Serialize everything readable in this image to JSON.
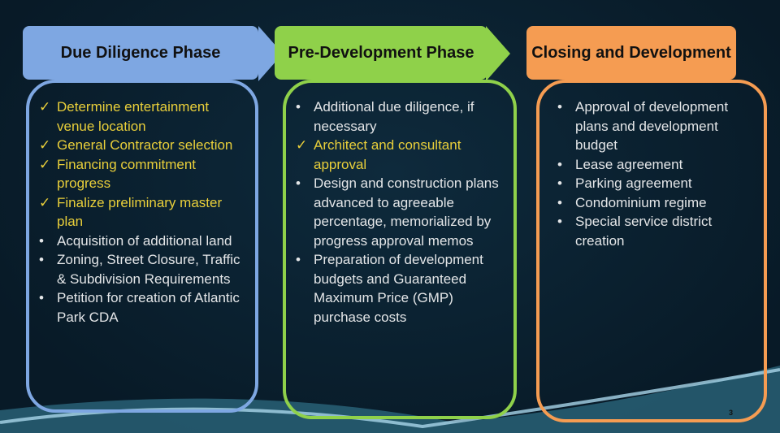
{
  "columns": [
    {
      "title": "Due Diligence Phase",
      "color": "#7ea7e2",
      "items": [
        {
          "text": "Determine entertainment venue location",
          "done": true
        },
        {
          "text": "General Contractor selection",
          "done": true
        },
        {
          "text": "Financing commitment progress",
          "done": true
        },
        {
          "text": "Finalize preliminary master plan",
          "done": true
        },
        {
          "text": "Acquisition of additional land",
          "done": false
        },
        {
          "text": "Zoning, Street Closure, Traffic & Subdivision Requirements",
          "done": false
        },
        {
          "text": "Petition for creation of Atlantic Park CDA",
          "done": false
        }
      ]
    },
    {
      "title": "Pre-Development Phase",
      "color": "#8fd14a",
      "items": [
        {
          "text": "Additional due diligence, if necessary",
          "done": false
        },
        {
          "text": "Architect and consultant approval",
          "done": true
        },
        {
          "text": "Design and construction plans advanced to agreeable percentage, memorialized by progress approval memos",
          "done": false
        },
        {
          "text": "Preparation of development budgets and Guaranteed Maximum Price (GMP) purchase costs",
          "done": false
        }
      ]
    },
    {
      "title": "Closing and Development",
      "color": "#f59c52",
      "items": [
        {
          "text": "Approval of development plans and development budget",
          "done": false
        },
        {
          "text": "Lease agreement",
          "done": false
        },
        {
          "text": "Parking agreement",
          "done": false
        },
        {
          "text": "Condominium regime",
          "done": false
        },
        {
          "text": "Special service district creation",
          "done": false
        }
      ]
    }
  ],
  "markers": {
    "done": "✓",
    "bullet": "•"
  },
  "page_number": "3"
}
